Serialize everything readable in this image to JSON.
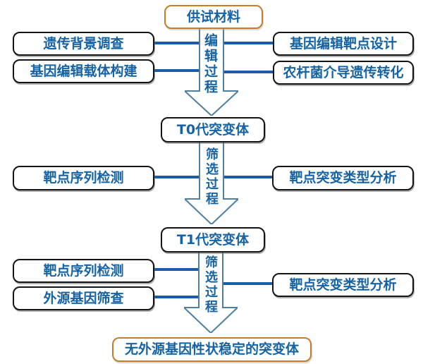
{
  "colors": {
    "text_blue": "#1563a5",
    "connector_blue": "#1a5ca8",
    "arrow_outline": "#4e7f9e",
    "orange_border": "#c87c2b",
    "black_border": "#141414",
    "background": "#ffffff"
  },
  "flowchart": {
    "source": {
      "label": "供试材料"
    },
    "stage1": {
      "process": "编辑过程",
      "left": [
        {
          "label": "遗传背景调查"
        },
        {
          "label": "基因编辑载体构建"
        }
      ],
      "right": [
        {
          "label": "基因编辑靶点设计"
        },
        {
          "label": "农杆菌介导遗传转化"
        }
      ]
    },
    "t0": {
      "label": "T0代突变体"
    },
    "stage2": {
      "process": "筛选过程",
      "left": [
        {
          "label": "靶点序列检测"
        }
      ],
      "right": [
        {
          "label": "靶点突变类型分析"
        }
      ]
    },
    "t1": {
      "label": "T1代突变体"
    },
    "stage3": {
      "process": "筛选过程",
      "left": [
        {
          "label": "靶点序列检测"
        },
        {
          "label": "外源基因筛查"
        }
      ],
      "right": [
        {
          "label": "靶点突变类型分析"
        }
      ]
    },
    "result": {
      "label": "无外源基因性状稳定的突变体"
    }
  }
}
